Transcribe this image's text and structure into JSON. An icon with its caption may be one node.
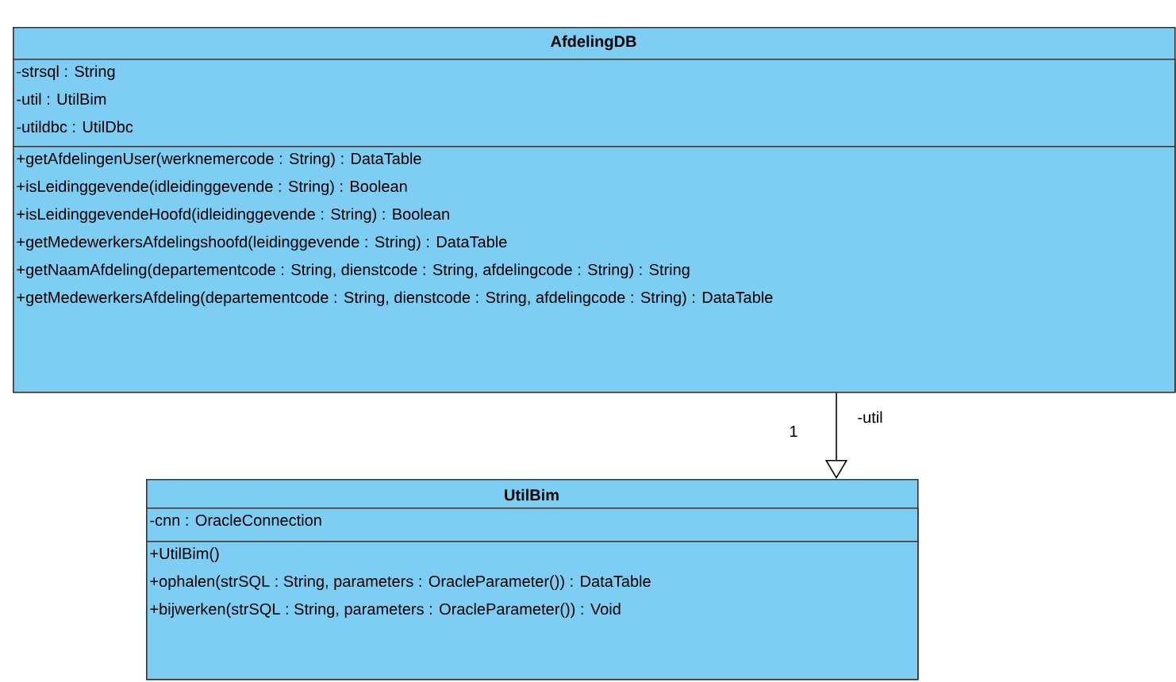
{
  "diagram": {
    "nodes": [
      {
        "text": [
          "AfdelingDB"
        ]
      },
      {
        "text": [
          "-strsql : String",
          "-util : UtilBim",
          "-utildbc : UtilDbc"
        ],
        "in": 0
      },
      {
        "text": [
          "+getAfdelingenUser(werknemercode : String) : DataTable",
          "+isLeidinggevende(idleidinggevende : String) : Boolean",
          "+isLeidinggevendeHoofd(idleidinggevende : String) : Boolean",
          "+getMedewerkersAfdelingshoofd(leidinggevende : String) : DataTable",
          "+getNaamAfdeling(departementcode : String, dienstcode : String, afdelingcode : String) : String",
          "+getMedewerkersAfdeling(departementcode : String, dienstcode : String, afdelingcode : String) : DataTable"
        ],
        "in": 0
      },
      {
        "text": [
          "UtilBim"
        ]
      },
      {
        "text": [
          "-cnn : OracleConnection"
        ],
        "in": 3
      },
      {
        "text": [
          "+UtilBim()",
          "+ophalen(strSQL : String, parameters : OracleParameter()) : DataTable",
          "+bijwerken(strSQL : String, parameters : OracleParameter()) : Void"
        ],
        "in": 3
      }
    ],
    "edges": [
      {
        "from": 0,
        "to": 3,
        "arrow": "to",
        "label": "-util"
      }
    ],
    "labels": [
      "1"
    ]
  }
}
